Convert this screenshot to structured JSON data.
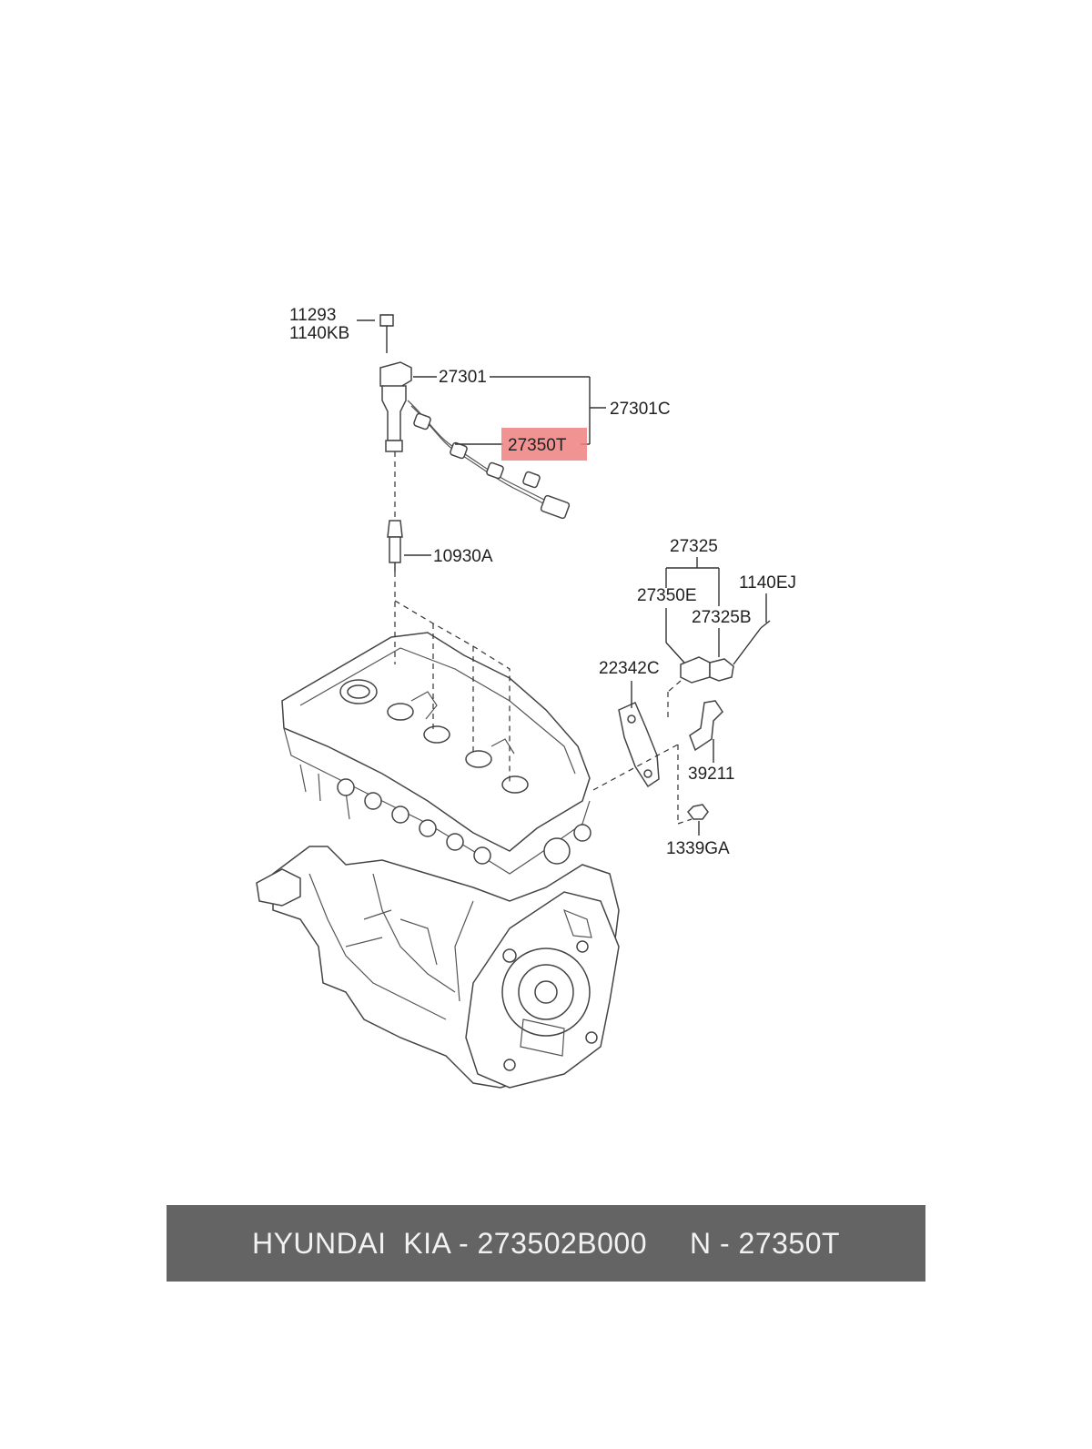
{
  "diagram": {
    "highlight_color": "#f08080",
    "labels": {
      "p11293": "11293",
      "p1140kb": "1140KB",
      "p27301": "27301",
      "p27301c": "27301C",
      "p27350t": "27350T",
      "p10930a": "10930A",
      "p27325": "27325",
      "p27350e": "27350E",
      "p1140ej": "1140EJ",
      "p27325b": "27325B",
      "p22342c": "22342C",
      "p39211": "39211",
      "p1339ga": "1339GA"
    }
  },
  "footer": {
    "text": "HYUNDAI  KIA - 273502B000     N - 27350T",
    "background": "#646464"
  }
}
